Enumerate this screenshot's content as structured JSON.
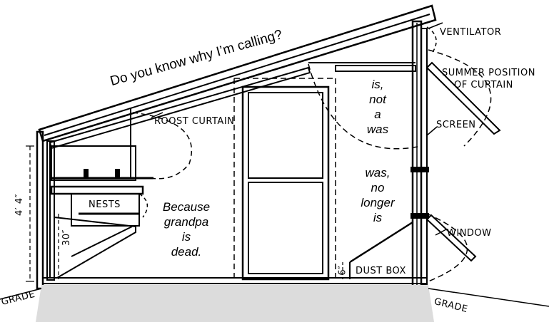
{
  "headline": "Do you know why I’m calling?",
  "labels": {
    "ventilator": "VENTILATOR",
    "summer_position": "SUMMER POSITION",
    "of_curtain": "OF CURTAIN",
    "screen": "SCREEN",
    "window": "WINDOW",
    "roost_curtain": "ROOST CURTAIN",
    "nests": "NESTS",
    "dust_box": "DUST BOX",
    "grade_left": "GRADE",
    "grade_right": "GRADE",
    "dim_height": "4′ 4″",
    "dim_30": "30″",
    "dim_6": "6″"
  },
  "overlay_top": [
    "is,",
    "not",
    "a",
    "was"
  ],
  "overlay_mid": [
    "was,",
    "no",
    "longer",
    "is"
  ],
  "overlay_left": [
    "Because",
    "grandpa",
    "is",
    "dead."
  ]
}
